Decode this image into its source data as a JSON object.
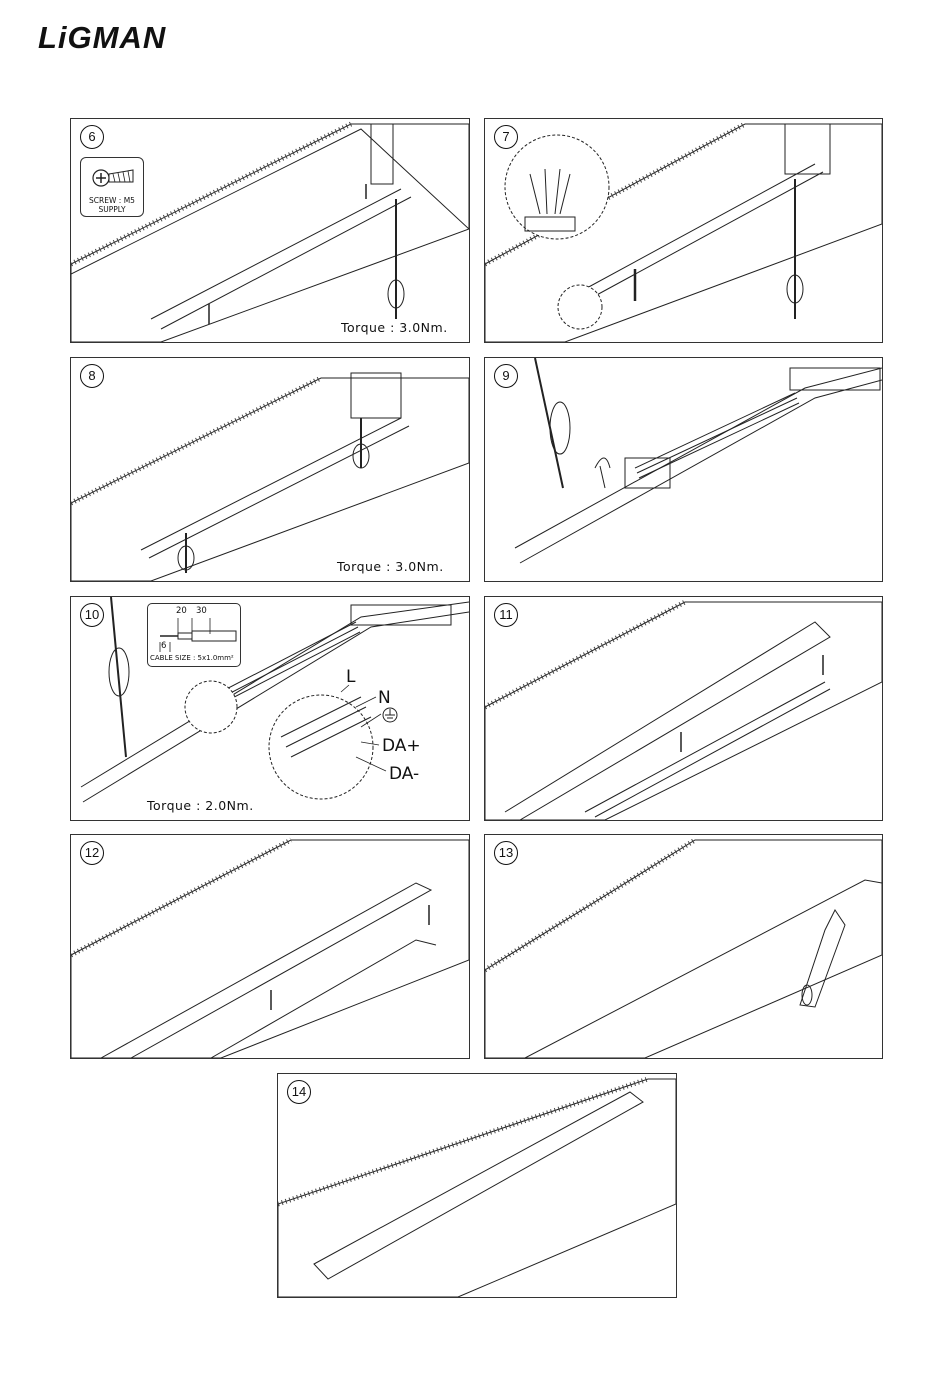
{
  "brand": {
    "logo_text": "LiGMAN"
  },
  "steps": [
    {
      "number": "6",
      "torque": "Torque : 3.0Nm.",
      "screw_label": "SCREW : M5",
      "screw_supply": "SUPPLY"
    },
    {
      "number": "7"
    },
    {
      "number": "8",
      "torque": "Torque : 3.0Nm."
    },
    {
      "number": "9"
    },
    {
      "number": "10",
      "torque": "Torque : 2.0Nm.",
      "cable": {
        "dim_a": "20",
        "dim_b": "30",
        "dim_c": "6",
        "size_label": "CABLE SIZE : 5x1.0mm²"
      },
      "wire_labels": {
        "l": "L",
        "n": "N",
        "da_plus": "DA+",
        "da_minus": "DA-"
      }
    },
    {
      "number": "11"
    },
    {
      "number": "12"
    },
    {
      "number": "13"
    },
    {
      "number": "14"
    }
  ],
  "colors": {
    "line": "#222222",
    "ceiling_texture": "#555555"
  }
}
